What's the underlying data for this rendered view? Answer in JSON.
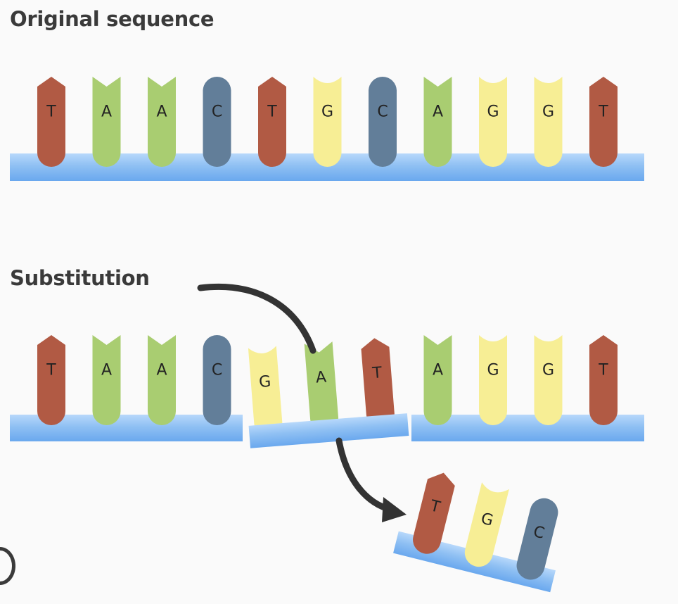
{
  "headings": {
    "original": "Original sequence",
    "substitution": "Substitution"
  },
  "colors": {
    "T": "#b15a44",
    "A": "#a9cd71",
    "C": "#627e99",
    "G": "#f7ee95",
    "backbone": "#8fc0f3",
    "backbone_light": "#b7d8fb",
    "arrow": "#333333",
    "background": "#fafafa"
  },
  "original_sequence": [
    "T",
    "A",
    "A",
    "C",
    "T",
    "G",
    "C",
    "A",
    "G",
    "G",
    "T"
  ],
  "substitution": {
    "left_fragment": [
      "T",
      "A",
      "A",
      "C"
    ],
    "inserted_fragment": [
      "G",
      "A",
      "T"
    ],
    "right_fragment": [
      "A",
      "G",
      "G",
      "T"
    ],
    "removed_fragment": [
      "T",
      "G",
      "C"
    ]
  }
}
